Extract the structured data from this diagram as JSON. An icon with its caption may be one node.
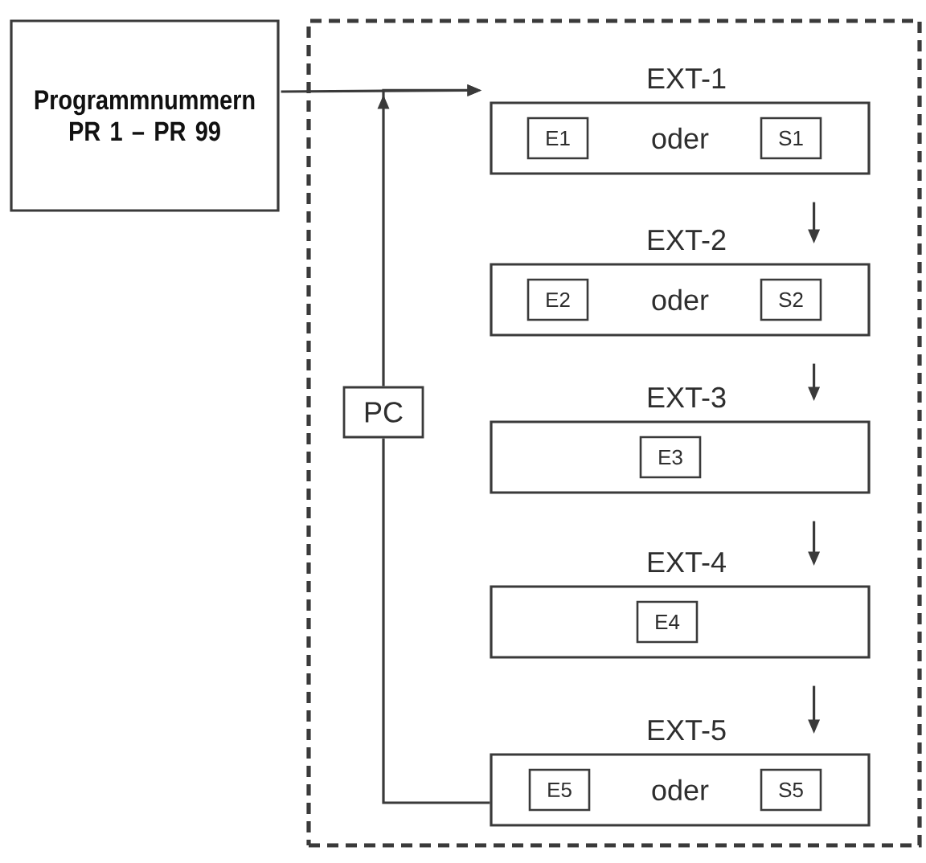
{
  "diagram": {
    "nodes": [
      {
        "text": [
          "Programmnummern PR 1 – PR 99"
        ]
      },
      {
        "text": [],
        "shape": "box"
      },
      {
        "text": [
          "EXT-1",
          "oder"
        ],
        "in": 1
      },
      {
        "text": [
          "E1"
        ],
        "in": 2
      },
      {
        "text": [
          "S1"
        ],
        "in": 2
      },
      {
        "text": [
          "EXT-2",
          "oder"
        ],
        "in": 1
      },
      {
        "text": [
          "E2"
        ],
        "in": 5
      },
      {
        "text": [
          "S2"
        ],
        "in": 5
      },
      {
        "text": [
          "EXT-3"
        ],
        "in": 1
      },
      {
        "text": [
          "E3"
        ],
        "in": 8
      },
      {
        "text": [
          "EXT-4"
        ],
        "in": 1
      },
      {
        "text": [
          "E4"
        ],
        "in": 10
      },
      {
        "text": [
          "EXT-5",
          "oder"
        ],
        "in": 1
      },
      {
        "text": [
          "E5"
        ],
        "in": 12
      },
      {
        "text": [
          "S5"
        ],
        "in": 12
      },
      {
        "text": [
          "PC"
        ],
        "in": 1
      }
    ],
    "edges": [
      {
        "from": 0,
        "to": 2,
        "arrow": "to"
      },
      {
        "from": 2,
        "to": 5,
        "arrow": "to"
      },
      {
        "from": 5,
        "to": 8,
        "arrow": "to"
      },
      {
        "from": 8,
        "to": 10,
        "arrow": "to"
      },
      {
        "from": 10,
        "to": 12,
        "arrow": "to"
      },
      {
        "from": 12,
        "to": 15,
        "arrow": "none"
      },
      {
        "from": 15,
        "to": 2,
        "arrow": "to"
      }
    ]
  }
}
